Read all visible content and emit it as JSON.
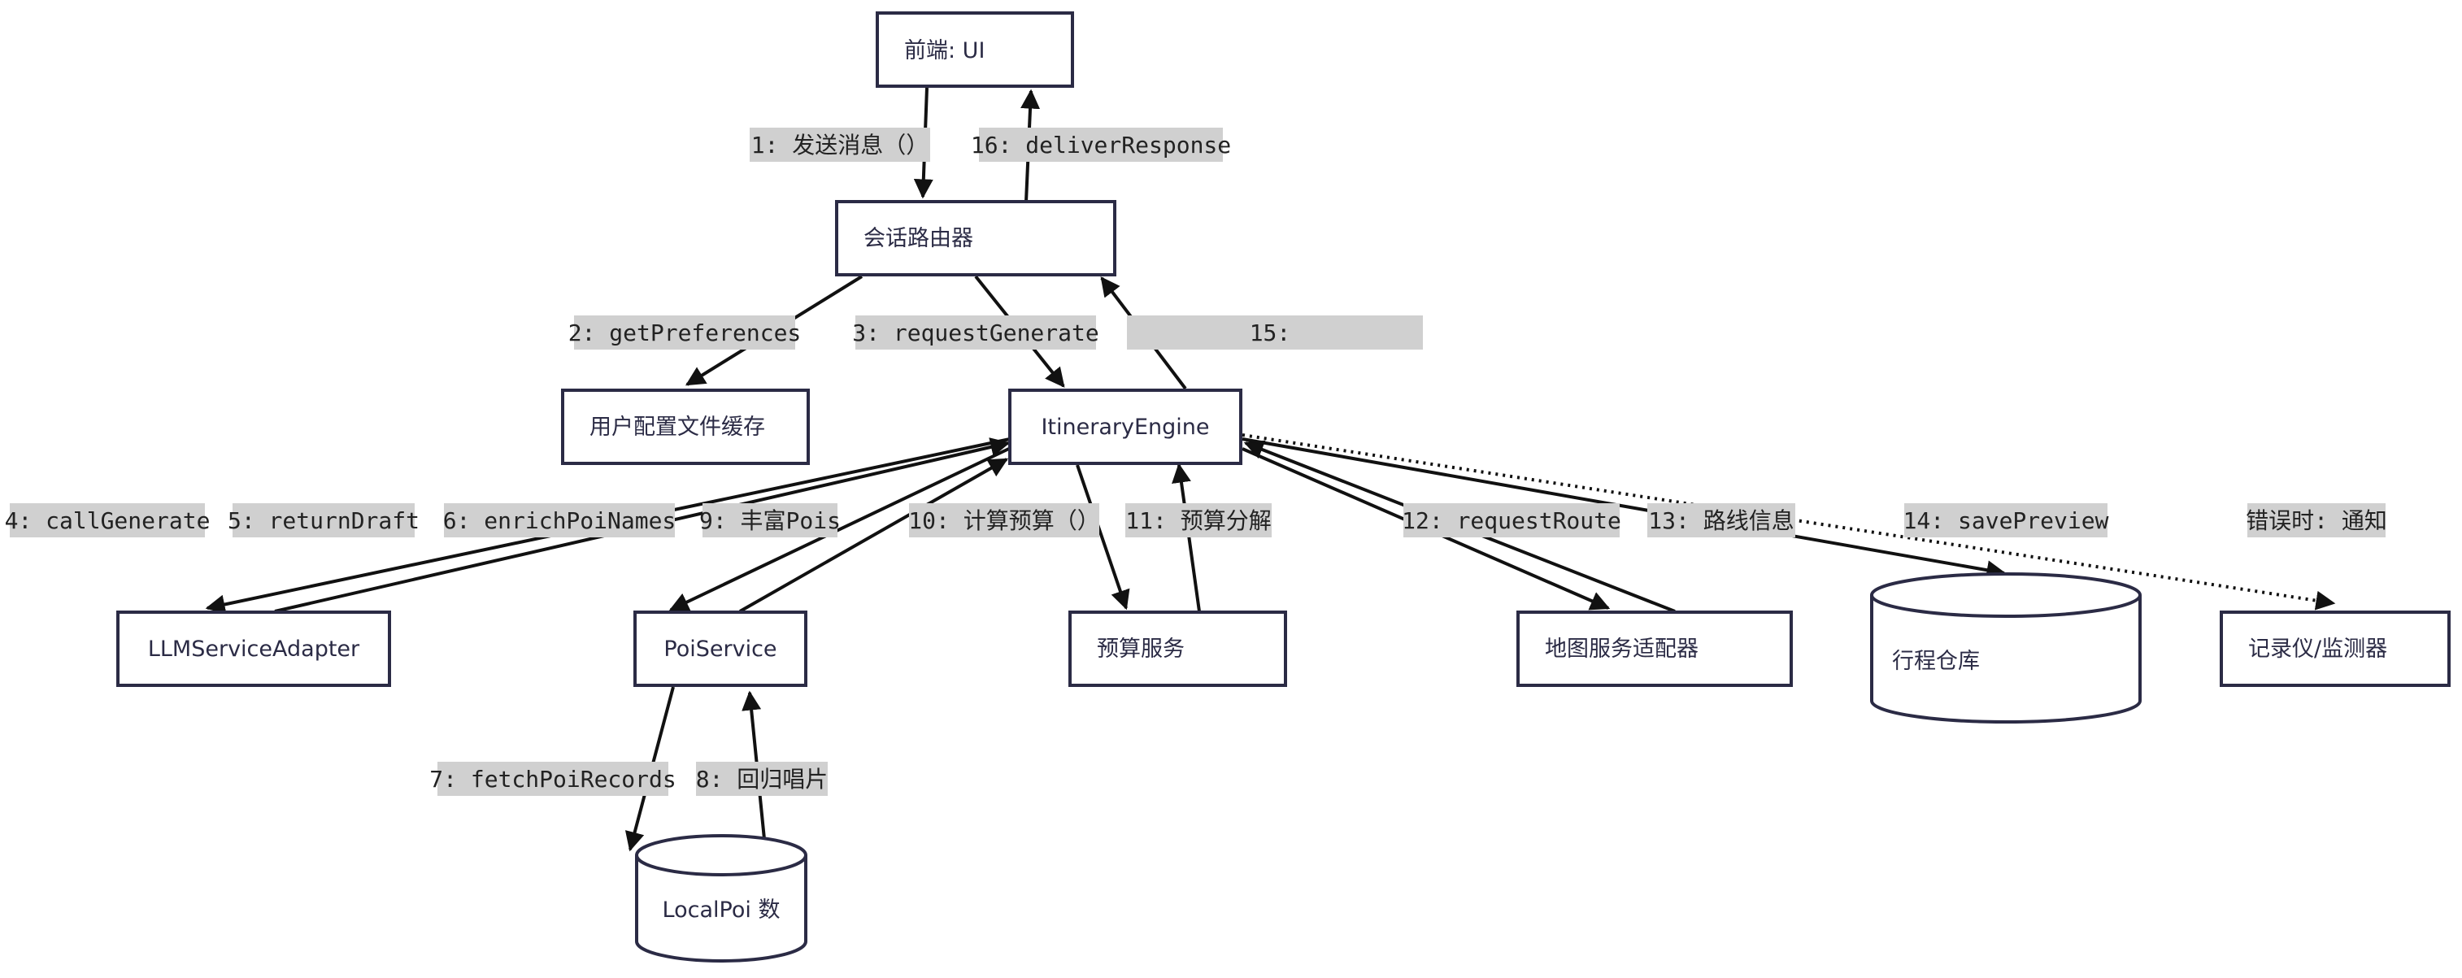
{
  "diagram": {
    "nodes": {
      "frontend_ui": "前端: UI",
      "session_router": "会话路由器",
      "user_profile_cache": "用户配置文件缓存",
      "itinerary_engine": "ItineraryEngine",
      "llm_service_adapter": "LLMServiceAdapter",
      "poi_service": "PoiService",
      "budget_service": "预算服务",
      "map_service_adapter": "地图服务适配器",
      "itinerary_repository": "行程仓库",
      "logger_monitor": "记录仪/监测器",
      "local_poi_db": "LocalPoi 数"
    },
    "edge_labels": {
      "e1": "1: 发送消息（）",
      "e16": "16: deliverResponse",
      "e2": "2: getPreferences",
      "e3": "3: requestGenerate",
      "e15": "15:",
      "e4": "4: callGenerate",
      "e5": "5: returnDraft",
      "e6": "6: enrichPoiNames",
      "e9": "9: 丰富Pois",
      "e10": "10: 计算预算（）",
      "e11": "11: 预算分解",
      "e12": "12: requestRoute",
      "e13": "13: 路线信息",
      "e14": "14: savePreview",
      "e_err": "错误时: 通知",
      "e7": "7: fetchPoiRecords",
      "e8": "8: 回归唱片"
    }
  }
}
